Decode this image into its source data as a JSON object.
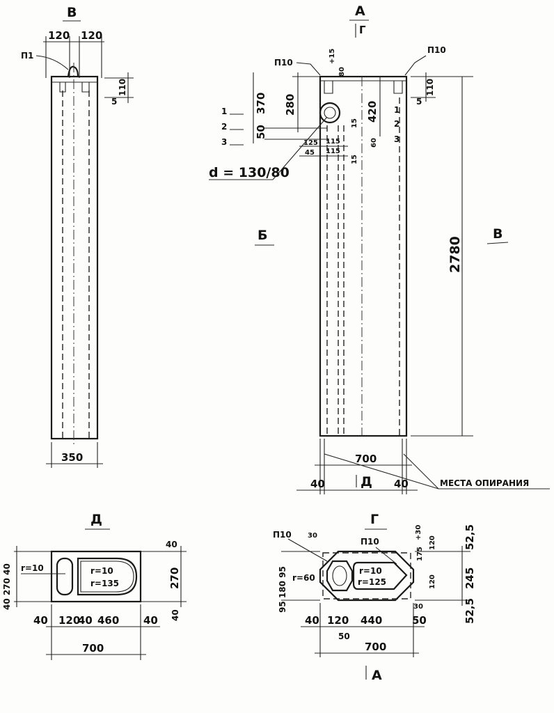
{
  "views": {
    "view_v_label": "В",
    "view_a_label": "А",
    "view_g_label": "Г",
    "view_b_label": "Б",
    "view_v2_label": "В",
    "view_d_label": "Д",
    "view_d_arrow": "Д",
    "view_g_top": "Г",
    "view_a_bottom": "А"
  },
  "left_elevation": {
    "dim_120a": "120",
    "dim_120b": "120",
    "tag_p1": "П1",
    "dim_110": "110",
    "dim_5": "5",
    "dim_350": "350"
  },
  "main_elevation": {
    "tag_p10_left": "П10",
    "tag_p10_right": "П10",
    "dim_15_top": "+15",
    "dim_80": "80",
    "dim_280": "280",
    "dim_370": "370",
    "dim_50": "50",
    "dim_420": "420",
    "dim_110": "110",
    "dim_5": "5",
    "marker_1a": "1",
    "marker_2a": "2",
    "marker_3a": "3",
    "marker_1b": "1",
    "marker_2b": "2",
    "marker_3b": "3",
    "dim_125": "125",
    "dim_115a": "115",
    "dim_45": "45",
    "dim_115b": "115",
    "dim_15a": "15",
    "dim_15b": "15",
    "dim_60": "60",
    "diameter": "d = 130/80",
    "dim_2780": "2780",
    "dim_700": "700",
    "dim_40a": "40",
    "dim_40b": "40",
    "support_label": "МЕСТА ОПИРАНИЯ"
  },
  "section_d": {
    "r10a": "r=10",
    "r10b": "r=10",
    "r135": "r=135",
    "side_dims": "40 270 40",
    "dim_270": "270",
    "dim_40r1": "40",
    "dim_40r2": "40",
    "bottom_dims": [
      "40",
      "120",
      "40",
      "460",
      "40"
    ],
    "dim_700": "700"
  },
  "section_g": {
    "tag_p10a": "П10",
    "tag_p10b": "П10",
    "dim_30a": "30",
    "r60": "r=60",
    "r10": "r=10",
    "r125": "r=125",
    "left_dims": "95 180 95",
    "dim_175": "175",
    "dim_30b": "+30",
    "dim_120a": "120",
    "dim_120b": "120",
    "dim_525a": "52,5",
    "dim_245": "245",
    "dim_525b": "52,5",
    "dim_30c": "30",
    "bottom_dims": [
      "40",
      "120",
      "440",
      "50"
    ],
    "dim_50": "50",
    "dim_700": "700"
  }
}
